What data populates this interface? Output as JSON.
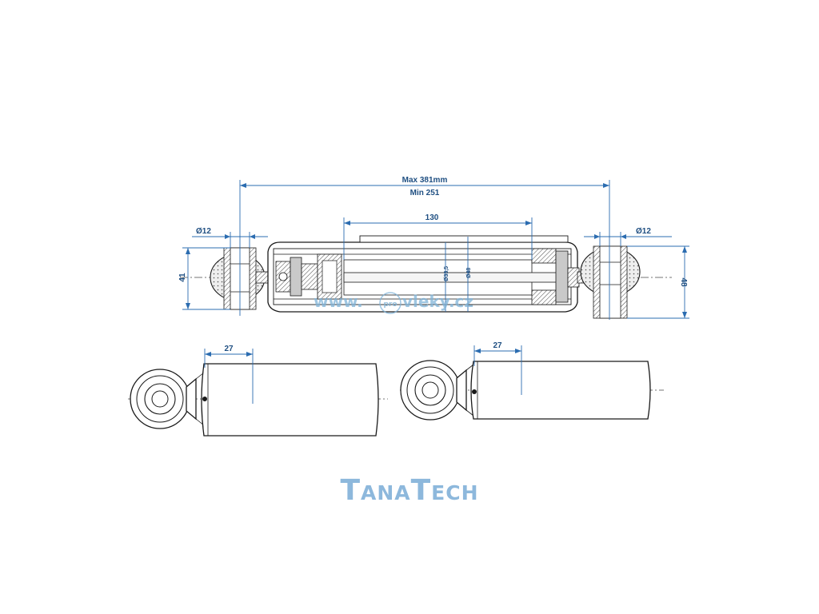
{
  "dimensions": {
    "length_max": "Max 381mm",
    "length_min": "Min 251",
    "stroke": "130",
    "eye_left_diameter": "Ø12",
    "eye_right_diameter": "Ø12",
    "left_height": "41",
    "right_height": "48",
    "rod_diameter": "Ø33,5",
    "body_diameter": "Ø48",
    "offset_left": "27",
    "offset_right": "27"
  },
  "watermark": {
    "prefix": "www.",
    "logo": "pro",
    "suffix": "vleky.cz"
  },
  "brand": {
    "name": "TanaTech"
  },
  "colors": {
    "dimension": "#2b6cb0",
    "outline": "#1a1a1a",
    "brand": "#8db8dc"
  }
}
